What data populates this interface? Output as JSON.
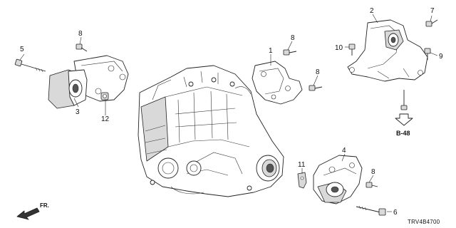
{
  "callouts": {
    "c1": "1",
    "c2": "2",
    "c3": "3",
    "c4": "4",
    "c5": "5",
    "c6": "6",
    "c7": "7",
    "c8a": "8",
    "c8b": "8",
    "c8c": "8",
    "c8d": "8",
    "c9": "9",
    "c10": "10",
    "c11": "11",
    "c12": "12"
  },
  "reference": {
    "label": "B-48"
  },
  "direction": {
    "label": "FR."
  },
  "diagram_code": "TRV4B4700"
}
